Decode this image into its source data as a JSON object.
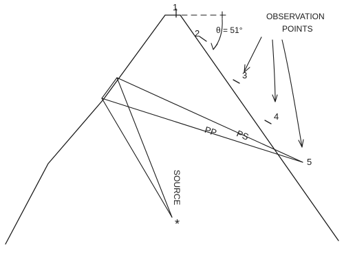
{
  "points": {
    "p1": "1",
    "p2": "2",
    "p3": "3",
    "p4": "4",
    "p5": "5"
  },
  "angle_label": "θ = 51°",
  "observation_title_line1": "OBSERVATION",
  "observation_title_line2": "POINTS",
  "ray_labels": {
    "ps": "PS",
    "pp": "PP"
  },
  "source_label": "SOURCE",
  "source_marker": "*"
}
